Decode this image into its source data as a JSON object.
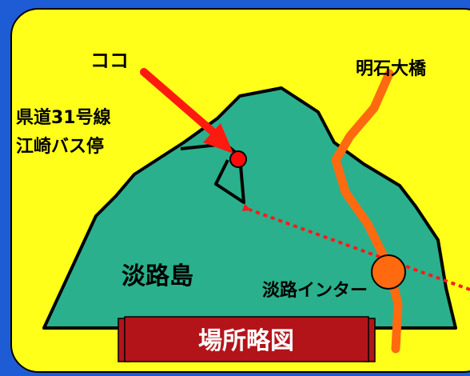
{
  "map": {
    "labels": {
      "here": "ココ",
      "bridge": "明石大橋",
      "bus_stop_line1": "県道31号線",
      "bus_stop_line2": "江崎バス停",
      "island": "淡路島",
      "interchange": "淡路インター"
    },
    "banner": "場所略図",
    "colors": {
      "frame_outer": "#1e5cd6",
      "panel": "#ffff1a",
      "island": "#2ab08c",
      "outline": "#000000",
      "road": "#ff6a10",
      "pointer": "#ff1a10",
      "marker": "#ff0a0a",
      "dotted_route": "#ff1a1a",
      "banner_fill": "#b3141a",
      "banner_text": "#ffffff"
    },
    "icons": {
      "location_marker": "red-dot-icon",
      "interchange_marker": "orange-circle-icon",
      "pointer": "red-arrow-icon"
    }
  }
}
